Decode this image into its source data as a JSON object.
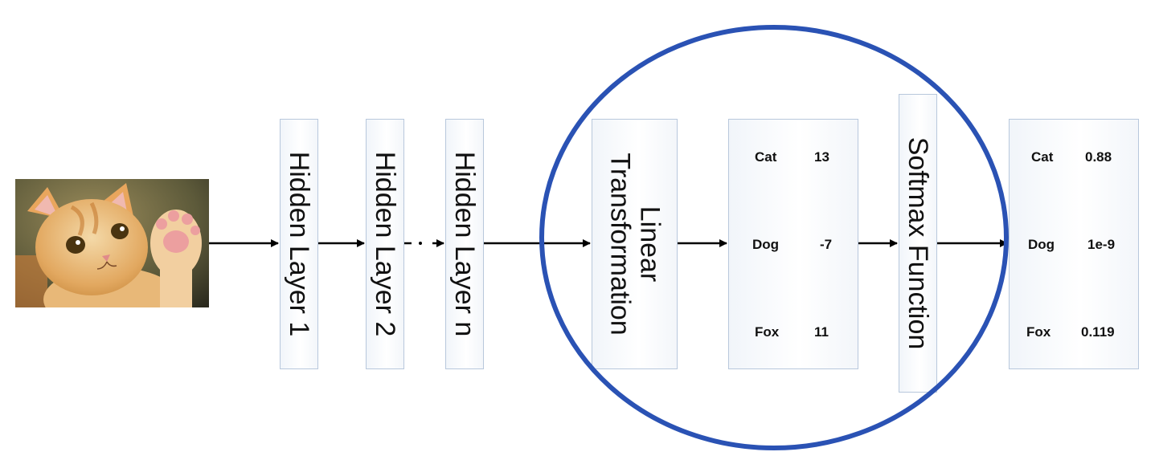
{
  "image": {
    "subject": "cat-icon"
  },
  "layers": {
    "hidden1": "Hidden Layer 1",
    "hidden2": "Hidden Layer 2",
    "hiddenN": "Hidden Layer n",
    "linear_line1": "Linear",
    "linear_line2": "Transformation",
    "softmax": "Softmax Function"
  },
  "logits": [
    {
      "label": "Cat",
      "value": "13"
    },
    {
      "label": "Dog",
      "value": "-7"
    },
    {
      "label": "Fox",
      "value": "11"
    }
  ],
  "probabilities": [
    {
      "label": "Cat",
      "value": "0.88"
    },
    {
      "label": "Dog",
      "value": "1e-9"
    },
    {
      "label": "Fox",
      "value": "0.119"
    }
  ],
  "colors": {
    "highlight_circle": "#2a52b4",
    "box_border": "#b8c8dc",
    "arrow": "#000000"
  }
}
